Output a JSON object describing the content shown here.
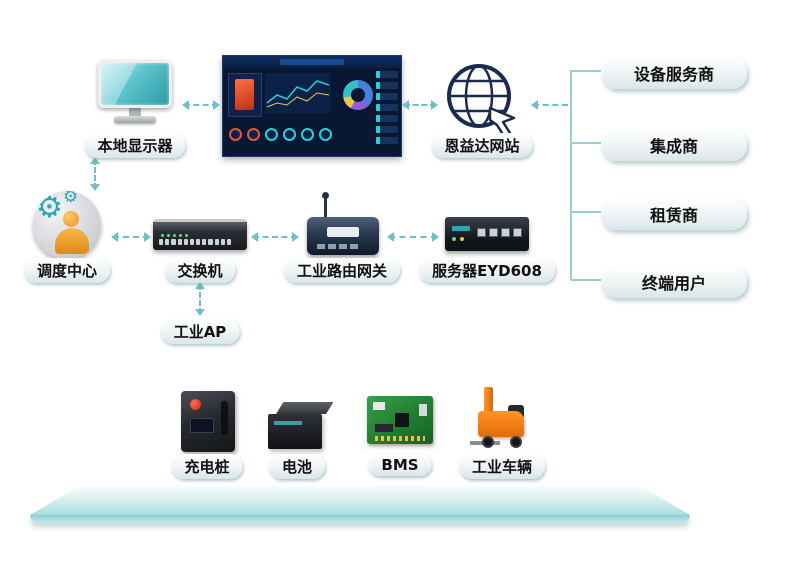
{
  "diagram": {
    "title": "industrial-charging-network-architecture",
    "nodes": {
      "local_display": {
        "label": "本地显示器"
      },
      "website": {
        "label": "恩益达网站"
      },
      "dispatch_center": {
        "label": "调度中心"
      },
      "switch": {
        "label": "交换机"
      },
      "industrial_router": {
        "label": "工业路由网关"
      },
      "server": {
        "label": "服务器EYD608"
      },
      "industrial_ap": {
        "label": "工业AP"
      },
      "charger": {
        "label": "充电桩"
      },
      "battery": {
        "label": "电池"
      },
      "bms": {
        "label": "BMS"
      },
      "vehicle": {
        "label": "工业车辆"
      }
    },
    "stakeholders": [
      {
        "label": "设备服务商"
      },
      {
        "label": "集成商"
      },
      {
        "label": "租赁商"
      },
      {
        "label": "终端用户"
      }
    ],
    "colors": {
      "arrow": "#6fbfc4",
      "bracket": "#9ccdd1",
      "accent_teal": "#2aa7b5",
      "accent_orange": "#f09020",
      "platform_top": "#aadde1",
      "platform_edge": "#8ecfd4",
      "pill_top": "#ffffff",
      "pill_bottom": "#d9e6e8"
    }
  }
}
